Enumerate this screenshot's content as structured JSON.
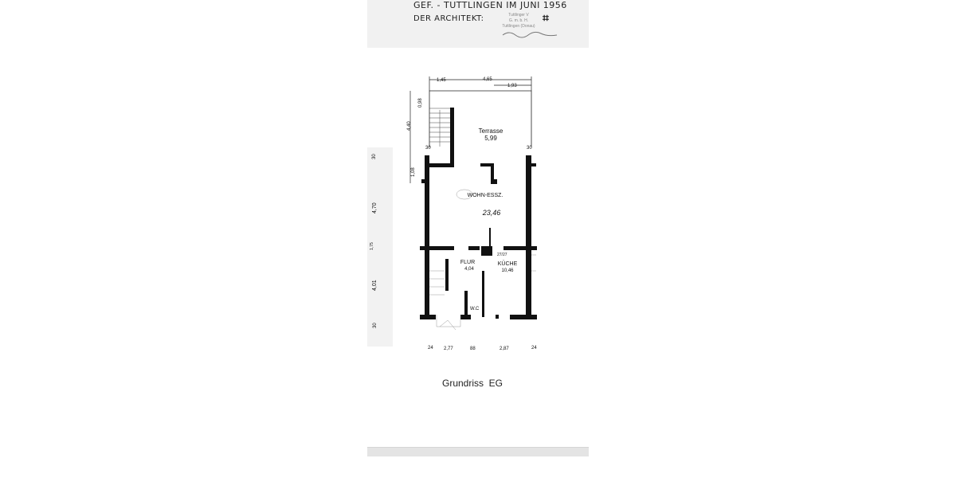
{
  "header": {
    "line1": "GEF. - TUTTLINGEN  IM  JUNI  1956",
    "line2": "DER ARCHITEKT:",
    "stamp_line1": "Tuttlinger V",
    "stamp_line2": "G. m. b. H.",
    "stamp_line3": "Tuttlingen (Donau)"
  },
  "plan": {
    "dimensions_top": [
      "1,45",
      "4,65",
      "1,93"
    ],
    "dimensions_left": [
      "0,98",
      "4,40",
      "1,08"
    ],
    "wall_marks": [
      "30",
      "30"
    ],
    "terrace_label": "Terrasse",
    "terrace_area": "5,99",
    "living_label": "WOHN-ESSZ.",
    "living_area": "23,46",
    "hall_label": "FLUR",
    "hall_area": "4,04",
    "kitchen_label": "KÜCHE",
    "kitchen_area": "10,46",
    "chimney_label": "27/27",
    "wc_label": "W.C",
    "dimensions_bottom": [
      "24",
      "2,77",
      "88",
      "2,87",
      "24"
    ],
    "dimensions_side": [
      "30",
      "4,70",
      "1,75",
      "4,01",
      "30"
    ]
  },
  "caption": "Grundriss  EG"
}
